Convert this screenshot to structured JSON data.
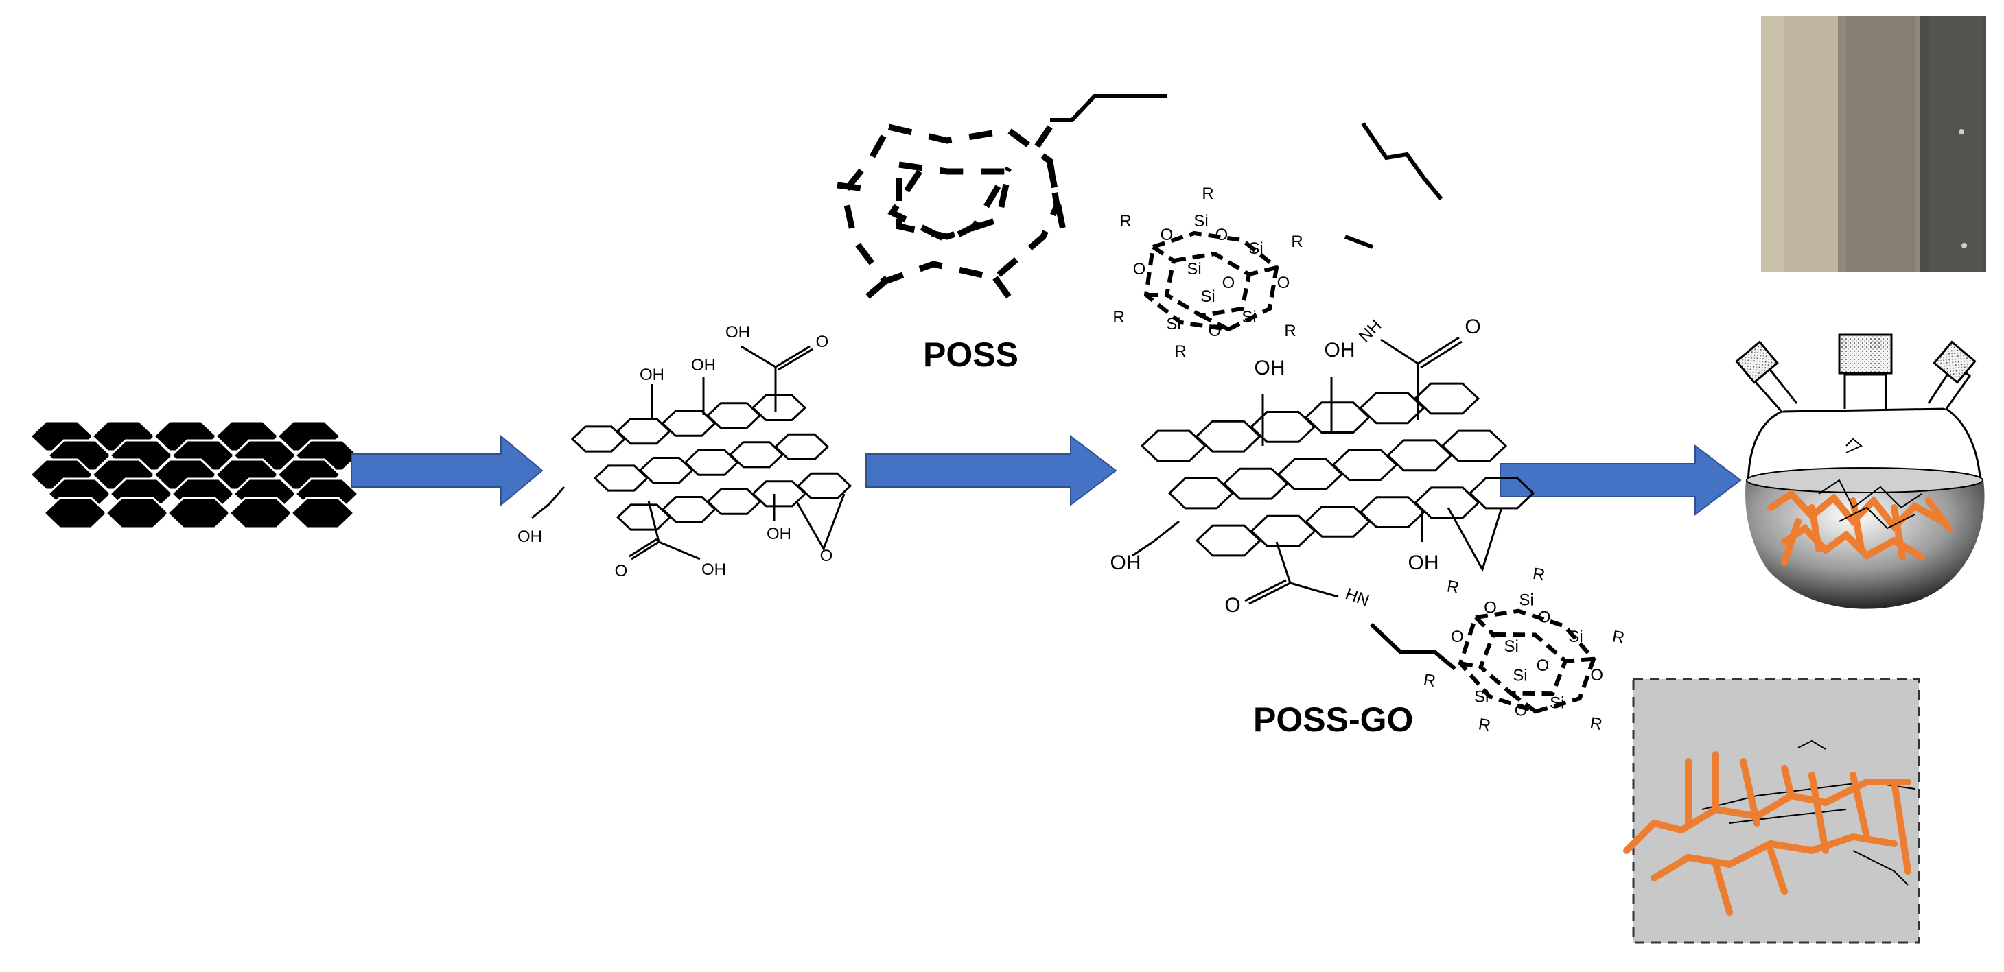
{
  "labels": {
    "poss": "POSS",
    "poss_go": "POSS-GO"
  },
  "atoms": {
    "oh": "OH",
    "o": "O",
    "nh": "NH",
    "hn": "HN",
    "si": "Si",
    "r": "R"
  },
  "colors": {
    "arrow": "#4472C4",
    "arrow_stroke": "#2F528F",
    "polymer": "#ED7D31",
    "inset_bg": "#C8C8C8",
    "graphite": "#000000"
  },
  "icons": [
    "graphite-stack-icon",
    "graphene-oxide-structure",
    "poss-cage-structure",
    "poss-go-structure",
    "three-neck-flask-icon",
    "photo-samples",
    "nanocomposite-inset"
  ]
}
